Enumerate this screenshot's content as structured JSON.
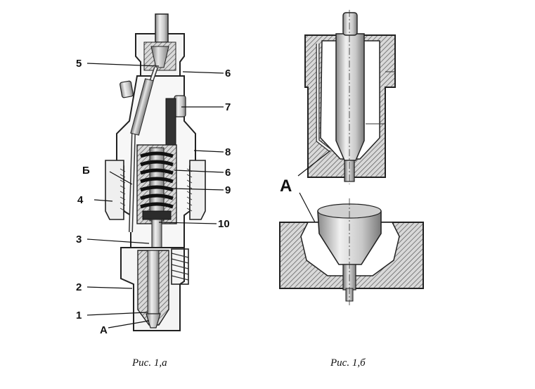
{
  "figure_a": {
    "caption": "Рис. 1,а",
    "labels": {
      "l5": "5",
      "l6a": "6",
      "l7": "7",
      "l8": "8",
      "lB": "Б",
      "l6b": "6",
      "l4": "4",
      "l9": "9",
      "l10": "10",
      "l3": "3",
      "l2": "2",
      "l1": "1",
      "lA": "А"
    }
  },
  "figure_b": {
    "caption": "Рис. 1,б",
    "labels": {
      "lA": "А"
    }
  }
}
